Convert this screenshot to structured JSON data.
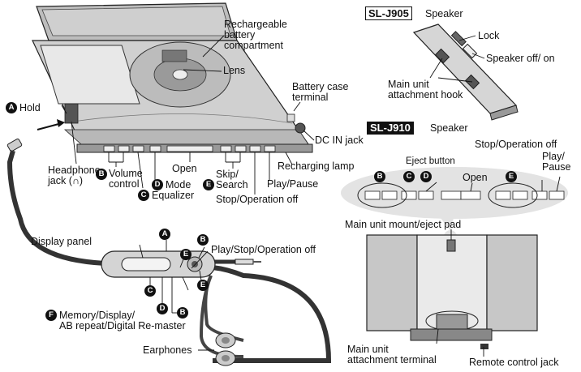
{
  "colors": {
    "ink": "#111111",
    "device_gray": "#c8c8c8",
    "dark_gray": "#7a7a7a",
    "bubble": "#e6e6e6"
  },
  "icons": {
    "badge_shape": "filled-circle-letter",
    "headphone": "headphone-symbol"
  },
  "main_unit": {
    "battery_compartment": "Rechargeable\nbattery\ncompartment",
    "lens": "Lens",
    "battery_case_terminal": "Battery case\nterminal",
    "dc_in_jack": "DC IN jack",
    "hold": "Hold",
    "headphone_jack": "Headphone\njack (∩)",
    "volume_control": "Volume\ncontrol",
    "open": "Open",
    "mode": "Mode",
    "skip_search": "Skip/\nSearch",
    "recharging_lamp": "Recharging lamp",
    "play_pause": "Play/Pause",
    "equalizer": "Equalizer",
    "stop_operation_off": "Stop/Operation off"
  },
  "remote": {
    "display_panel": "Display panel",
    "play_stop": "Play/Stop/Operation off",
    "memory_display": "Memory/Display/\nAB repeat/Digital Re-master",
    "earphones": "Earphones"
  },
  "sl_j905": {
    "model": "SL-J905",
    "speaker": "Speaker",
    "lock": "Lock",
    "speaker_off_on": "Speaker off/ on",
    "attachment_hook": "Main unit\nattachment hook"
  },
  "sl_j910": {
    "model": "SL-J910",
    "speaker": "Speaker",
    "stop_operation_off": "Stop/Operation off",
    "play_pause": "Play/\nPause",
    "eject_button": "Eject button",
    "open": "Open",
    "mount_eject_pad": "Main unit mount/eject pad",
    "attachment_terminal": "Main unit\nattachment terminal",
    "remote_control_jack": "Remote control jack"
  },
  "badges": {
    "A": "A",
    "B": "B",
    "C": "C",
    "D": "D",
    "E": "E",
    "F": "F"
  }
}
